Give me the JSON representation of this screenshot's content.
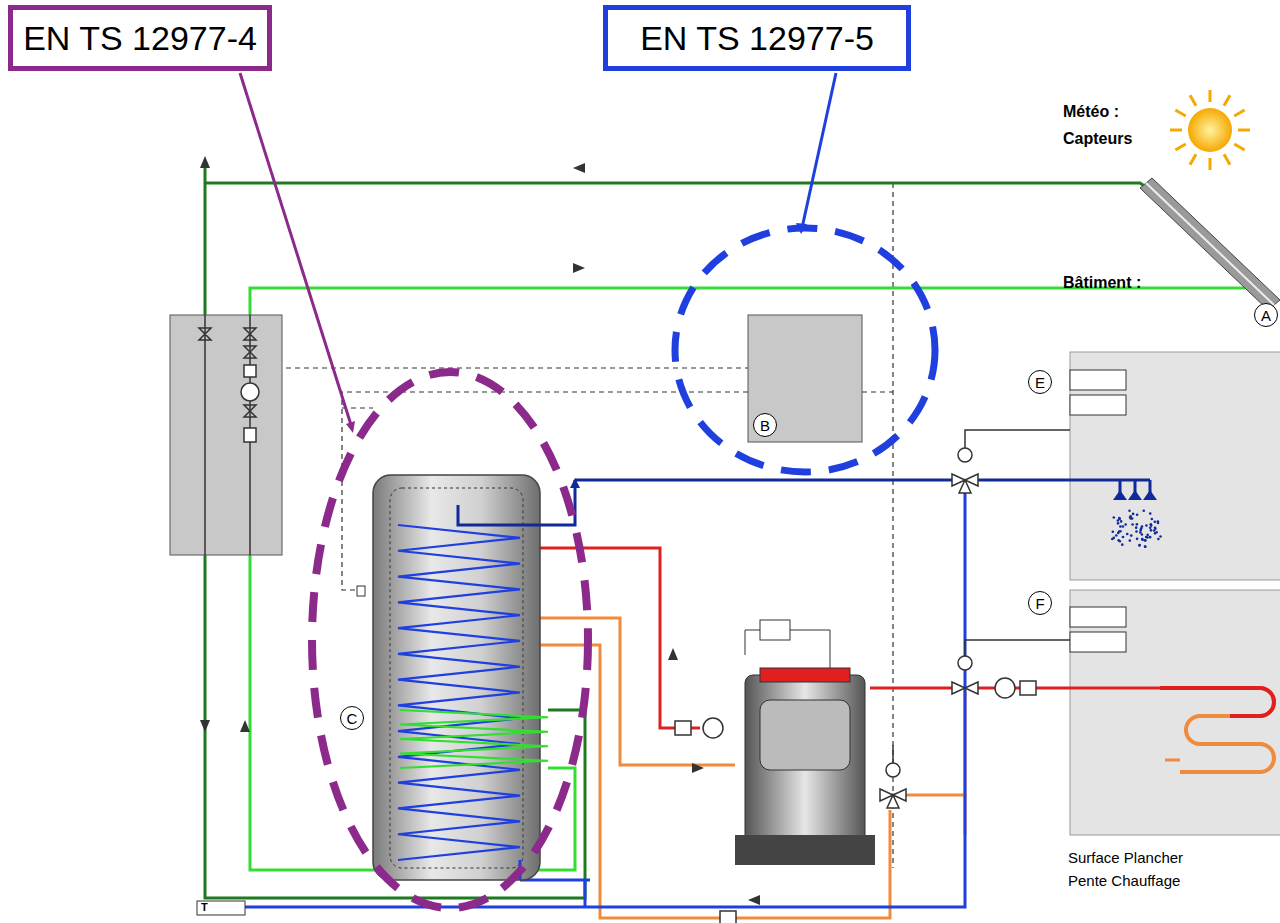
{
  "diagram": {
    "nodes": [
      {
        "text": [
          "EN TS 12977-4"
        ]
      },
      {
        "text": [
          "EN TS 12977-5"
        ]
      },
      {
        "text": [
          "A"
        ]
      },
      {
        "text": [
          "E"
        ]
      },
      {
        "text": [
          "B"
        ]
      },
      {
        "text": [
          "F"
        ]
      },
      {
        "text": [
          "C"
        ]
      }
    ],
    "labels": [
      "Météo :",
      "Capteurs",
      "Bâtiment :",
      "Surface Plancher",
      "Pente Chauffage",
      "T"
    ]
  }
}
